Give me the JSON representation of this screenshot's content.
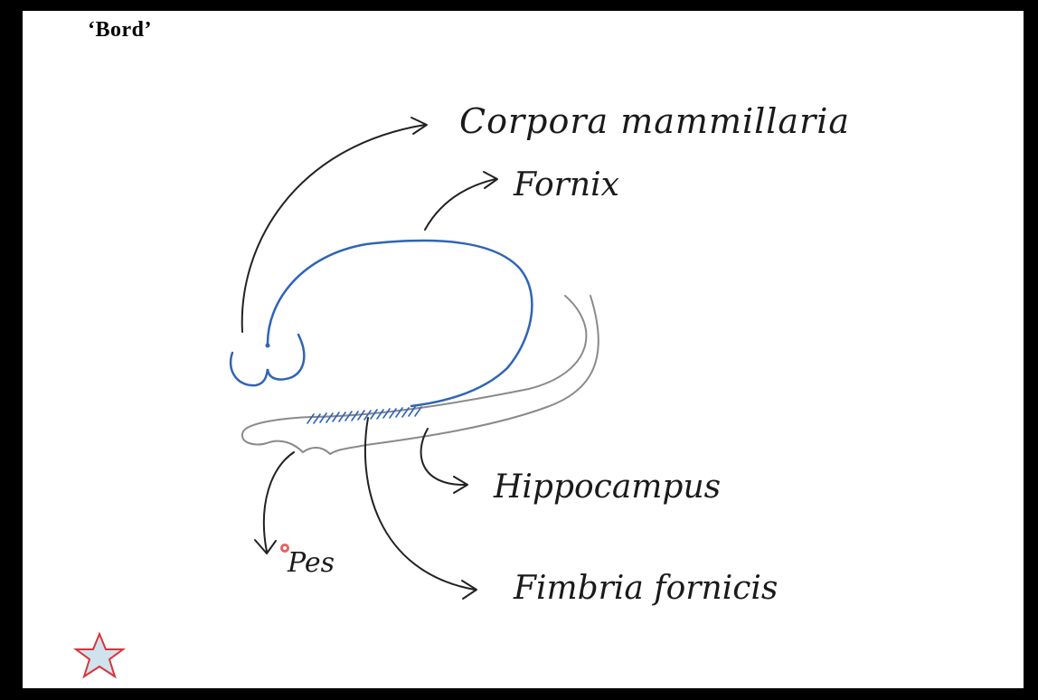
{
  "slide": {
    "title": "‘Bord’"
  },
  "diagram": {
    "labels": {
      "corpora": "Corpora mammillaria",
      "fornix": "Fornix",
      "hippocampus": "Hippocampus",
      "pes": "Pes",
      "fimbria": "Fimbria fornicis"
    },
    "colors": {
      "fornix_stroke": "#2f64b6",
      "hippocampus_stroke": "#8a8a8a",
      "arrow_stroke": "#222222",
      "cursor_dot": "#e23a3a",
      "star_fill": "#cfe3ee",
      "star_stroke": "#d9343a"
    }
  },
  "icons": {
    "star": "star-icon"
  }
}
